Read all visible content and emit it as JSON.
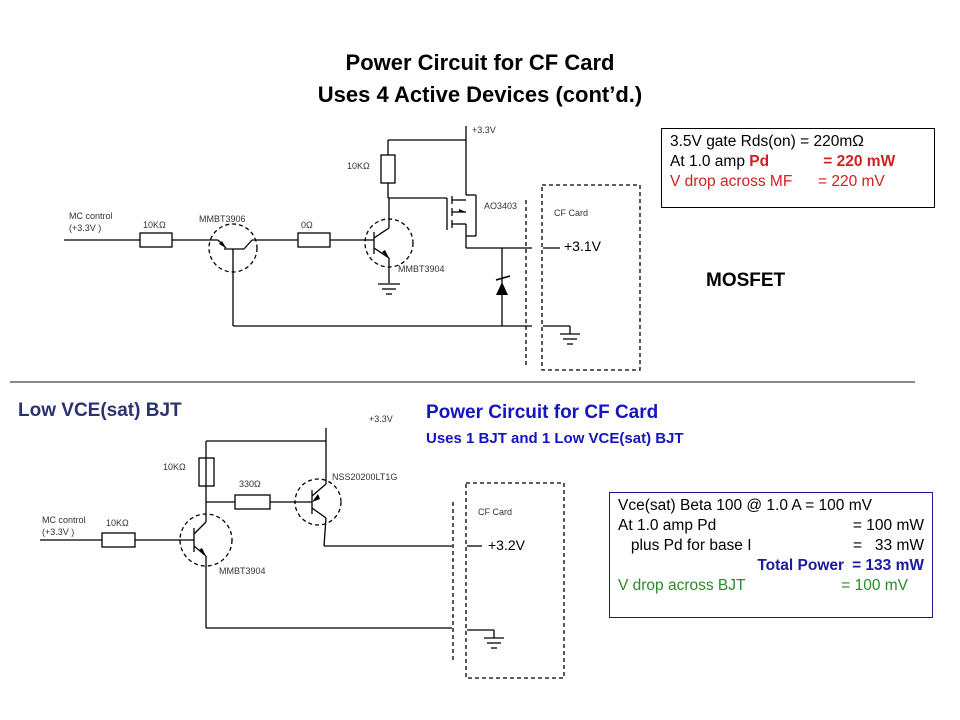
{
  "slide": {
    "title_line1": "Power Circuit for CF Card",
    "title_line2": "Uses 4 Active Devices (cont’d.)"
  },
  "top_circuit": {
    "input_label_line1": "MC control",
    "input_label_line2": "(+3.3V )",
    "r_input": "10KΩ",
    "q1": "MMBT3906",
    "r_series": "0Ω",
    "r_pullup": "10KΩ",
    "q2": "MMBT3904",
    "mosfet": "AO3403",
    "supply": "+3.3V",
    "card_label": "CF Card",
    "card_voltage": "+3.1V",
    "type_label": "MOSFET",
    "info_box": {
      "line1": "3.5V gate Rds(on) = 220mΩ",
      "line2_prefix": "At 1.0 amp ",
      "line2_pd": "Pd",
      "line2_value": "= 220 mW",
      "line3_label": "V drop across MF",
      "line3_value": "= 220 mV"
    },
    "colors": {
      "highlight": "#d02020"
    }
  },
  "bottom_circuit": {
    "section_label": "Low VCE(sat) BJT",
    "heading_line1": "Power Circuit for CF Card",
    "heading_line2": "Uses 1 BJT and 1 Low VCE(sat) BJT",
    "input_label_line1": "MC control",
    "input_label_line2": "(+3.3V )",
    "r_input": "10KΩ",
    "r_pullup": "10KΩ",
    "r_base": "330Ω",
    "q1": "MMBT3904",
    "q2": "NSS20200LT1G",
    "supply": "+3.3V",
    "card_label": "CF Card",
    "card_voltage": "+3.2V",
    "info_box": {
      "line1": "Vce(sat) Beta 100 @ 1.0 A = 100 mV",
      "line2_label": "At 1.0 amp Pd",
      "line2_value": "= 100 mW",
      "line3_label": "   plus Pd for base I",
      "line3_value": "=   33 mW",
      "line4_label": "Total Power",
      "line4_value": "= 133 mW",
      "line5_label": "V drop across BJT",
      "line5_value": "= 100 mV"
    },
    "colors": {
      "heading": "#1414c0",
      "total": "#1a1a9c",
      "vdrop": "#2a8a2a",
      "section": "#2a3270"
    }
  }
}
